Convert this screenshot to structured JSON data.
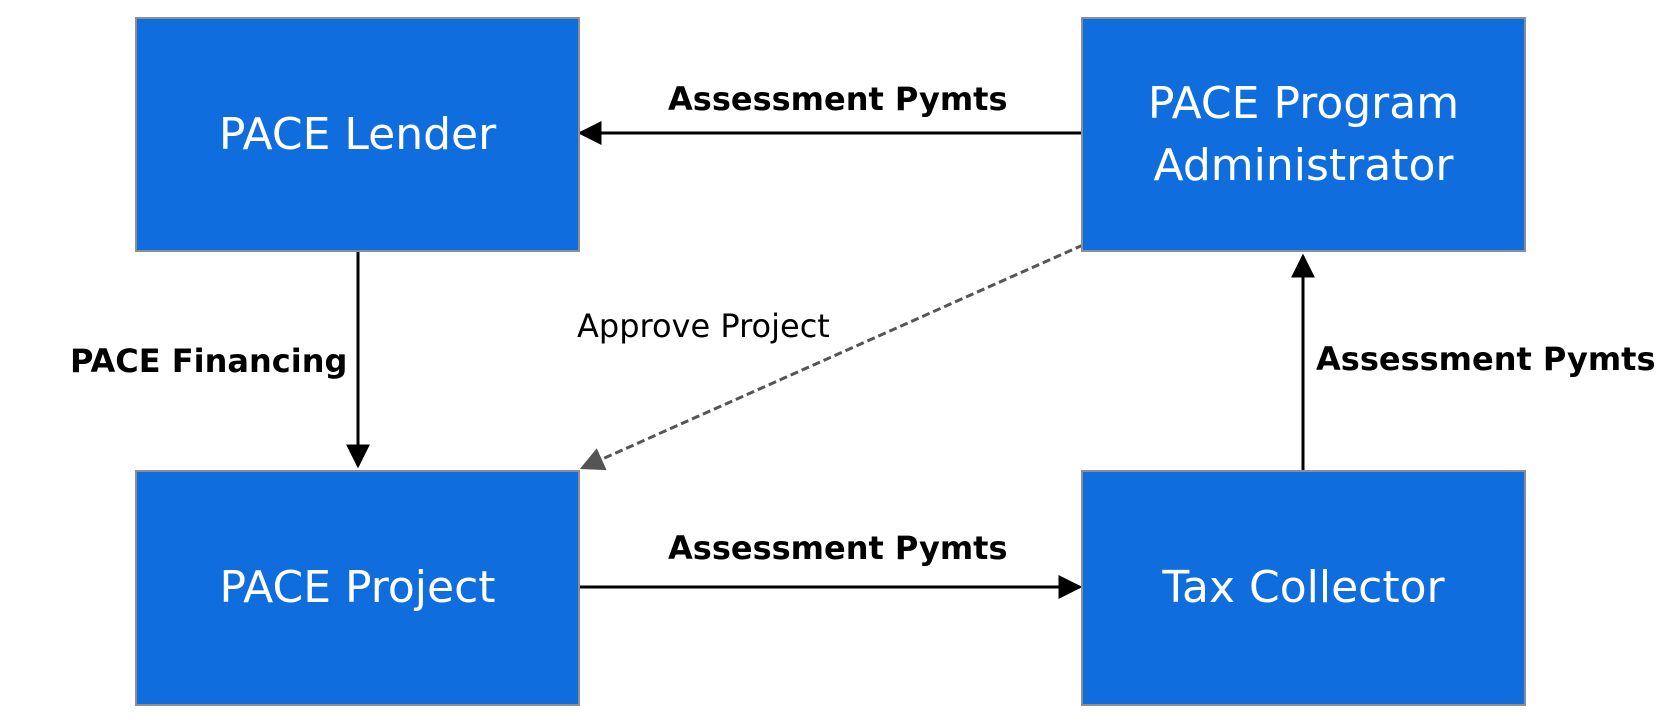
{
  "nodes": {
    "lender": "PACE Lender",
    "administrator": "PACE Program\nAdministrator",
    "project": "PACE Project",
    "tax_collector": "Tax Collector"
  },
  "edges": {
    "admin_to_lender": "Assessment Pymts",
    "lender_to_project": "PACE Financing",
    "admin_to_project": "Approve Project",
    "tax_to_admin": "Assessment Pymts",
    "project_to_tax": "Assessment Pymts"
  },
  "colors": {
    "node_fill": "#106dde",
    "node_border": "#8a8f96",
    "node_text": "#ffffff",
    "edge": "#000000",
    "dashed_edge": "#555555"
  }
}
